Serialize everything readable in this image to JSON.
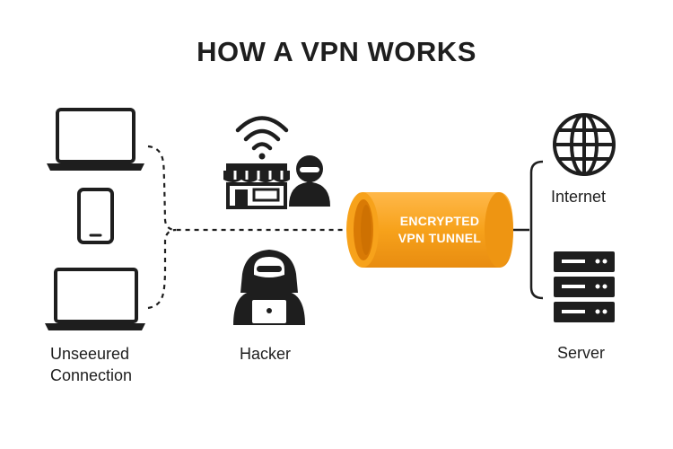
{
  "title": "HOW A VPN WORKS",
  "labels": {
    "unsecured_line1": "Unseeured",
    "unsecured_line2": "Connection",
    "hacker": "Hacker",
    "internet": "Internet",
    "server": "Server"
  },
  "tunnel": {
    "line1": "ENCRYPTED",
    "line2": "VPN TUNNEL"
  },
  "colors": {
    "tunnel": "#f7a21b",
    "tunnel_dark": "#e58a0a",
    "ink": "#1e1e1e"
  },
  "icons": [
    "laptop-icon",
    "smartphone-icon",
    "wifi-icon",
    "storefront-icon",
    "hacker-icon",
    "globe-icon",
    "server-icon"
  ]
}
